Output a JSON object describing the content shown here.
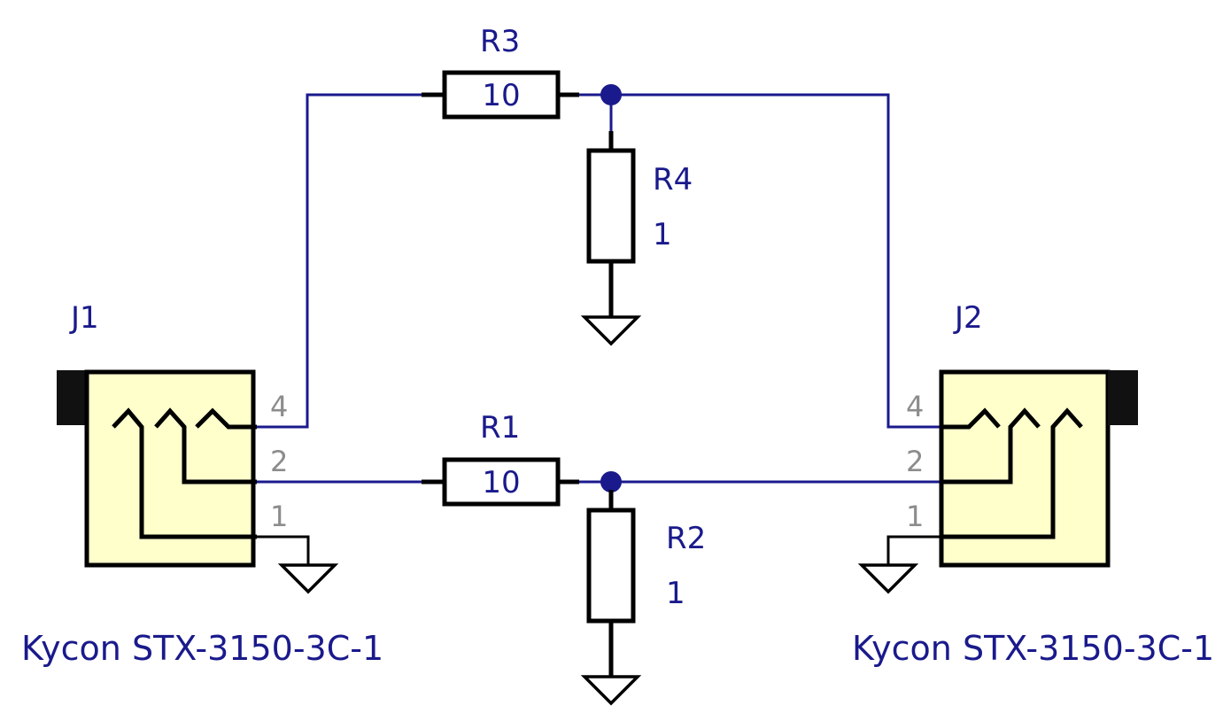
{
  "components": {
    "r3": {
      "ref": "R3",
      "value": "10"
    },
    "r4": {
      "ref": "R4",
      "value": "1"
    },
    "r1": {
      "ref": "R1",
      "value": "10"
    },
    "r2": {
      "ref": "R2",
      "value": "1"
    },
    "j1": {
      "ref": "J1",
      "part": "Kycon STX-3150-3C-1",
      "pins": [
        "4",
        "2",
        "1"
      ]
    },
    "j2": {
      "ref": "J2",
      "part": "Kycon STX-3150-3C-1",
      "pins": [
        "4",
        "2",
        "1"
      ]
    }
  },
  "colors": {
    "wire": "#1a1a8c",
    "label": "#1a1a8c",
    "pin_number": "#8c8c8c",
    "connector_fill": "#ffffcc"
  }
}
